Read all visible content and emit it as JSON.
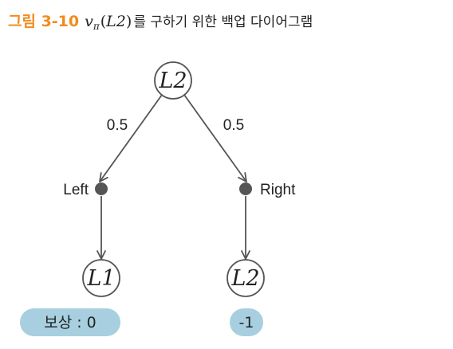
{
  "caption": {
    "figure_label": "그림 3-10",
    "math_v": "v",
    "math_sub": "π",
    "math_open": "(",
    "math_state": "L2",
    "math_close": ")",
    "text": "를 구하기 위한 백업 다이어그램"
  },
  "diagram": {
    "root_state": "L2",
    "left_prob": "0.5",
    "right_prob": "0.5",
    "left_action": "Left",
    "right_action": "Right",
    "left_next_state": "L1",
    "right_next_state": "L2",
    "left_reward": "보상 :  0",
    "right_reward": "-1",
    "colors": {
      "line": "#555555",
      "action_dot": "#555555",
      "reward_badge": "#a7cfdf",
      "accent": "#f08c1e"
    }
  }
}
